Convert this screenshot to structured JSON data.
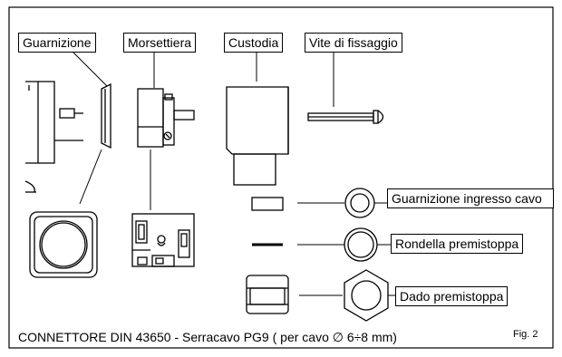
{
  "labels": {
    "guarnizione": "Guarnizione",
    "morsettiera": "Morsettiera",
    "custodia": "Custodia",
    "vite": "Vite di fissaggio",
    "guarnizione_ingresso": "Guarnizione ingresso cavo",
    "rondella": "Rondella premistoppa",
    "dado": "Dado premistoppa"
  },
  "caption": "CONNETTORE  DIN 43650 -  Serracavo PG9 ( per cavo   ∅  6÷8 mm)",
  "figure_number": "Fig. 2"
}
